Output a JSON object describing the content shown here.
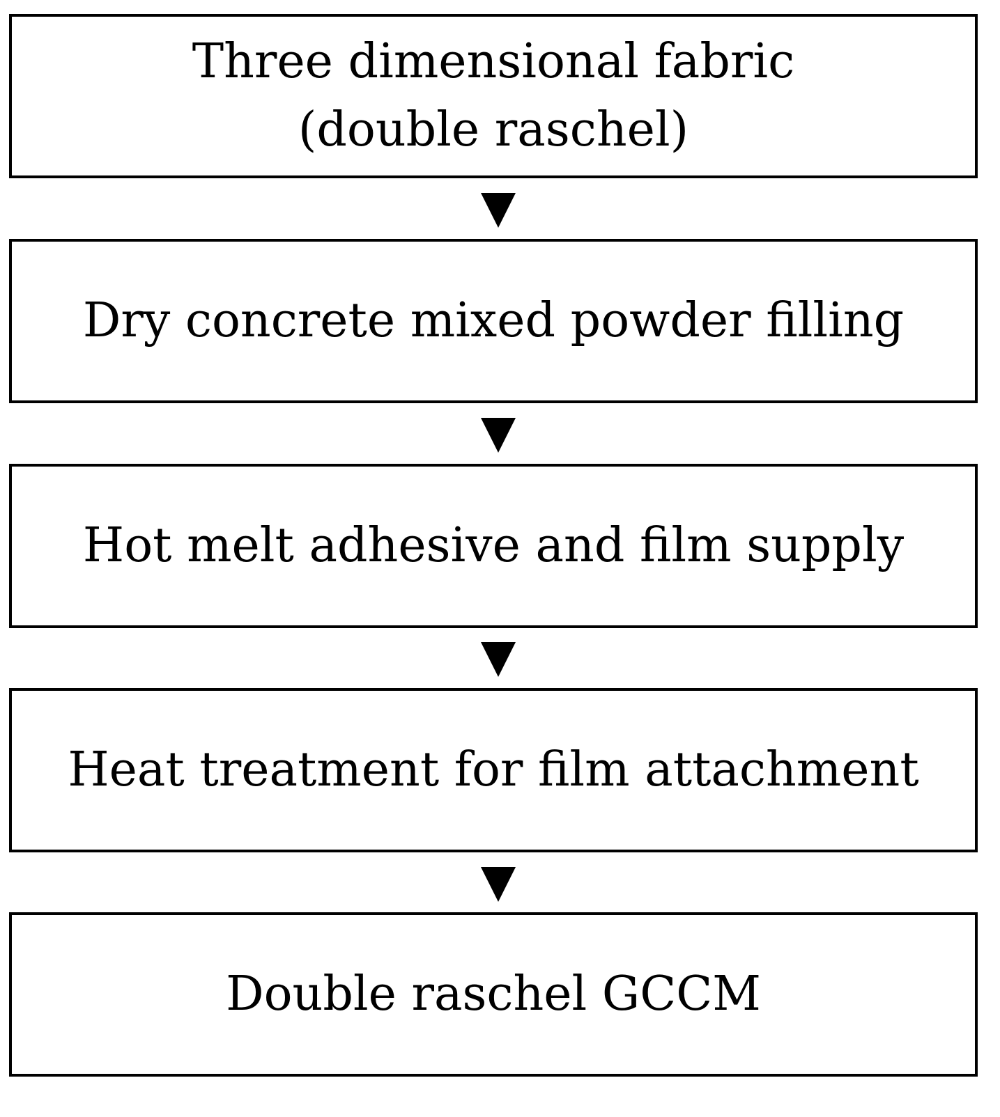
{
  "flowchart": {
    "steps": [
      {
        "lines": [
          "Three dimensional fabric",
          "(double raschel)"
        ]
      },
      {
        "lines": [
          "Dry concrete mixed powder filling"
        ]
      },
      {
        "lines": [
          "Hot melt adhesive and film supply"
        ]
      },
      {
        "lines": [
          "Heat treatment for film attachment"
        ]
      },
      {
        "lines": [
          "Double raschel GCCM"
        ]
      }
    ]
  }
}
